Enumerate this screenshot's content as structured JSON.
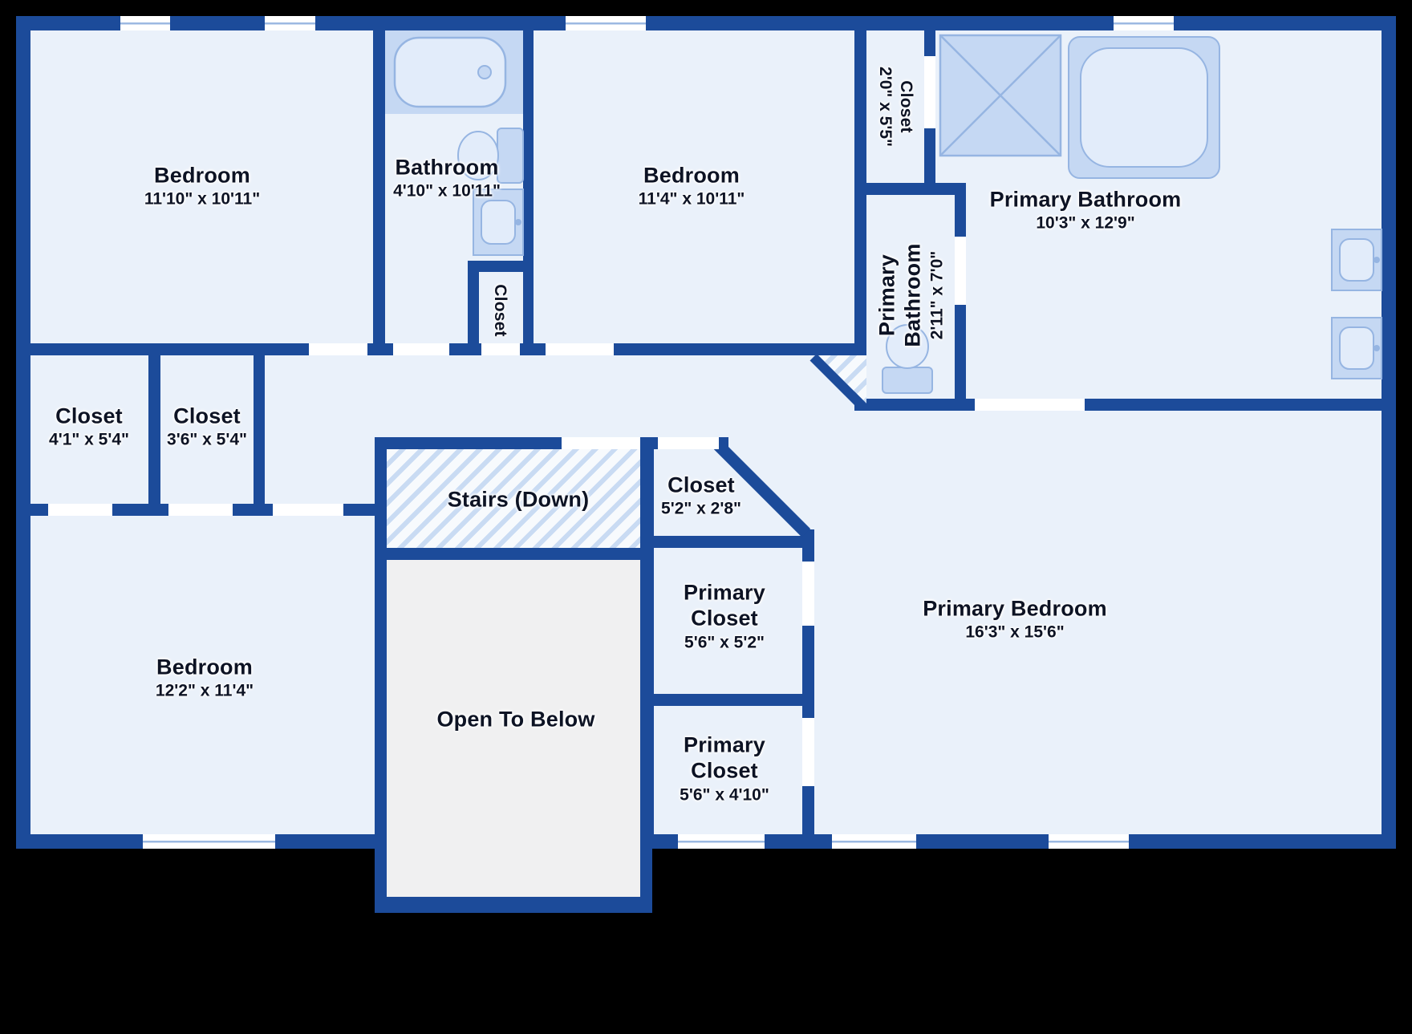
{
  "colors": {
    "wall": "#1c4b9a",
    "room_fill": "#eaf1fa",
    "fixture_fill": "#c5d8f3",
    "fixture_light": "#e2ecfa",
    "fixture_stroke": "#96b5e2",
    "stairs_stripe": "#c9dbf3",
    "open_to_below_fill": "#f0f0f1",
    "background": "#000000",
    "label_text": "#0d1324"
  },
  "rooms": [
    {
      "name": "Bedroom",
      "dims": "11'10\" x 10'11\""
    },
    {
      "name": "Bathroom",
      "dims": "4'10\" x 10'11\""
    },
    {
      "name": "Closet",
      "dims": ""
    },
    {
      "name": "Bedroom",
      "dims": "11'4\" x 10'11\""
    },
    {
      "name": "Closet",
      "dims": "2'0\" x 5'5\""
    },
    {
      "name": "Primary Bathroom",
      "dims": "10'3\" x 12'9\""
    },
    {
      "name": "Primary Bathroom",
      "dims": "2'11\" x 7'0\""
    },
    {
      "name": "Closet",
      "dims": "4'1\" x 5'4\""
    },
    {
      "name": "Closet",
      "dims": "3'6\" x 5'4\""
    },
    {
      "name": "Stairs (Down)",
      "dims": ""
    },
    {
      "name": "Closet",
      "dims": "5'2\" x 2'8\""
    },
    {
      "name": "Primary Closet",
      "dims": "5'6\" x 5'2\""
    },
    {
      "name": "Primary Closet",
      "dims": "5'6\" x 4'10\""
    },
    {
      "name": "Primary Bedroom",
      "dims": "16'3\" x 15'6\""
    },
    {
      "name": "Bedroom",
      "dims": "12'2\" x 11'4\""
    },
    {
      "name": "Open To Below",
      "dims": ""
    }
  ],
  "fixtures": [
    "bathtub",
    "toilet",
    "sink",
    "shower",
    "primary-bathtub",
    "primary-sink-1",
    "primary-sink-2",
    "wc-toilet"
  ]
}
